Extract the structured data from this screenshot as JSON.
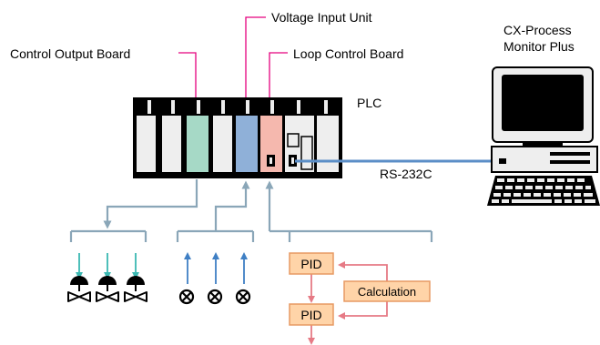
{
  "labels": {
    "control_output_board": "Control Output Board",
    "voltage_input_unit": "Voltage Input Unit",
    "loop_control_board": "Loop Control Board",
    "plc": "PLC",
    "cx_process_line1": "CX-Process",
    "cx_process_line2": "Monitor Plus",
    "rs232c": "RS-232C",
    "pid_top": "PID",
    "pid_bottom": "PID",
    "calculation": "Calculation"
  },
  "colors": {
    "leader_line": "#e5007e",
    "rack": "#000000",
    "slot": "#eeeeee",
    "output_board": "#a6d9c6",
    "input_unit": "#8fb0d8",
    "loop_board": "#f5b8ae",
    "blue_link": "#5b8ec7",
    "tree_lines": "#8aa6b8",
    "teal_arrow": "#3bb8b2",
    "blue_arrow": "#3f7fc4",
    "pid_fill": "#ffd4a8",
    "pid_stroke": "#e79a63",
    "red_arrow": "#e67a85"
  },
  "icons": {
    "valves": [
      "valve-icon",
      "valve-icon",
      "valve-icon"
    ],
    "sensors": [
      "sensor-icon",
      "sensor-icon",
      "sensor-icon"
    ],
    "computer": "computer-icon"
  }
}
